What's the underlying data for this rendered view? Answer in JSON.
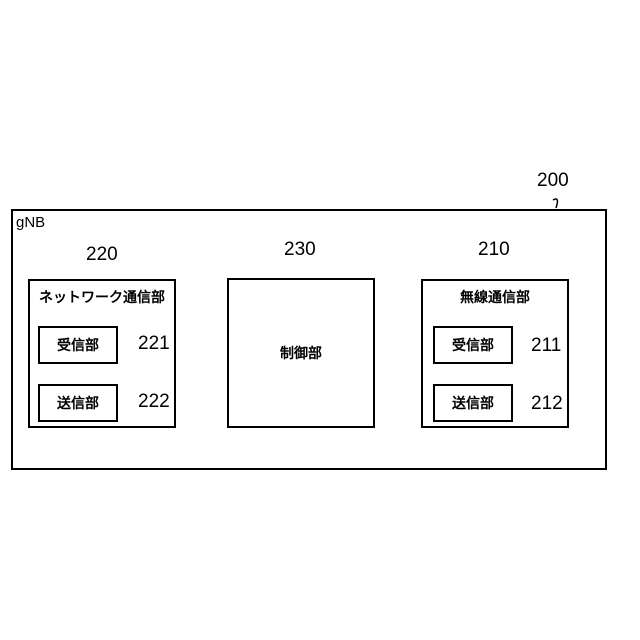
{
  "device": {
    "ref": "200",
    "label": "gNB"
  },
  "network_unit": {
    "ref": "220",
    "title": "ネットワーク通信部",
    "receiver": {
      "label": "受信部",
      "ref": "221"
    },
    "transmitter": {
      "label": "送信部",
      "ref": "222"
    }
  },
  "control_unit": {
    "ref": "230",
    "label": "制御部"
  },
  "radio_unit": {
    "ref": "210",
    "title": "無線通信部",
    "receiver": {
      "label": "受信部",
      "ref": "211"
    },
    "transmitter": {
      "label": "送信部",
      "ref": "212"
    }
  }
}
